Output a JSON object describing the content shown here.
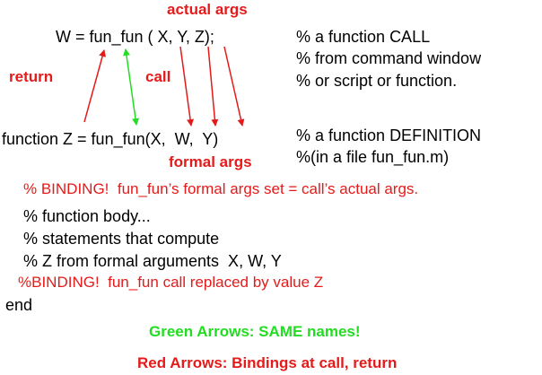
{
  "labels": {
    "actual_args": "actual args",
    "return": "return",
    "call": "call",
    "formal_args": "formal args"
  },
  "code": {
    "call_line": "W = fun_fun ( X, Y, Z);",
    "def_line": "function Z = fun_fun(X,  W,  Y)",
    "binding_line": "% BINDING!  fun_fun’s formal args set = call’s actual args.",
    "body_lines": [
      "% function body...",
      "% statements that compute",
      "% Z from formal arguments  X, W, Y"
    ],
    "binding2_line": "%BINDING!  fun_fun call replaced by value Z",
    "end_line": "end"
  },
  "comments": {
    "call": [
      "% a function CALL",
      "% from command window",
      "% or script or function."
    ],
    "definition": [
      "% a function DEFINITION",
      "%(in a file fun_fun.m)"
    ]
  },
  "legend": {
    "green": "Green Arrows: SAME names!",
    "red": "Red Arrows: Bindings at call, return"
  },
  "colors": {
    "red": "#e51a1a",
    "green": "#22dd22",
    "text": "#000000"
  }
}
